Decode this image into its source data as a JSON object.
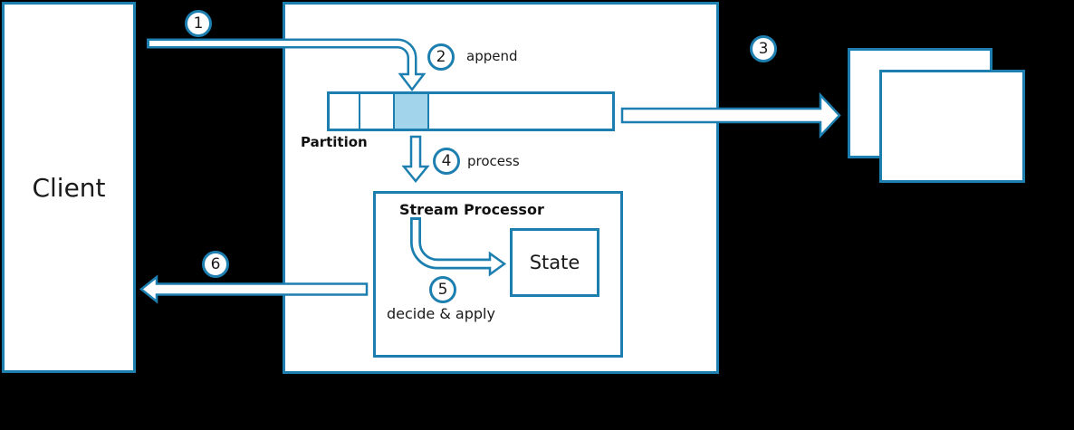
{
  "diagram": {
    "colors": {
      "background": "#000000",
      "accent_blue": "#1d7fb0",
      "node_fill": "#ffffff",
      "highlight_cell_fill": "#a2d5ec",
      "text": "#1a1a1a"
    },
    "nodes": {
      "client": {
        "label": "Client"
      },
      "partition": {
        "label": "Partition"
      },
      "stream_processor": {
        "label": "Stream Processor"
      },
      "state": {
        "label": "State"
      }
    },
    "steps": [
      {
        "number": "1",
        "label": ""
      },
      {
        "number": "2",
        "label": "append"
      },
      {
        "number": "3",
        "label": ""
      },
      {
        "number": "4",
        "label": "process"
      },
      {
        "number": "5",
        "label": "decide & apply"
      },
      {
        "number": "6",
        "label": ""
      }
    ]
  }
}
